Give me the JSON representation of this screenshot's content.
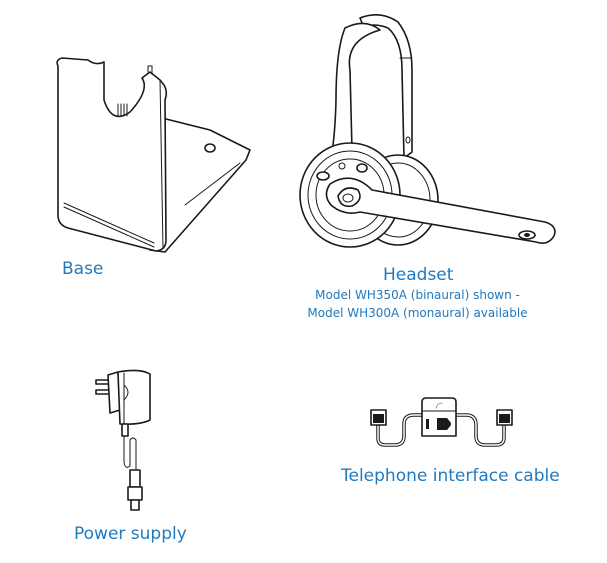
{
  "items": [
    {
      "id": "base",
      "label": "Base",
      "icon": "charging-base-illustration"
    },
    {
      "id": "headset",
      "label": "Headset",
      "notes": [
        "Model WH350A (binaural) shown -",
        "Model WH300A (monaural) available"
      ],
      "icon": "binaural-headset-illustration"
    },
    {
      "id": "power-supply",
      "label": "Power supply",
      "icon": "ac-adapter-illustration"
    },
    {
      "id": "telephone-interface-cable",
      "label": "Telephone interface cable",
      "icon": "telephone-cable-illustration"
    }
  ],
  "colors": {
    "label_blue": "#1f7ac0",
    "line_art": "#1a1a1a",
    "background": "#ffffff"
  }
}
